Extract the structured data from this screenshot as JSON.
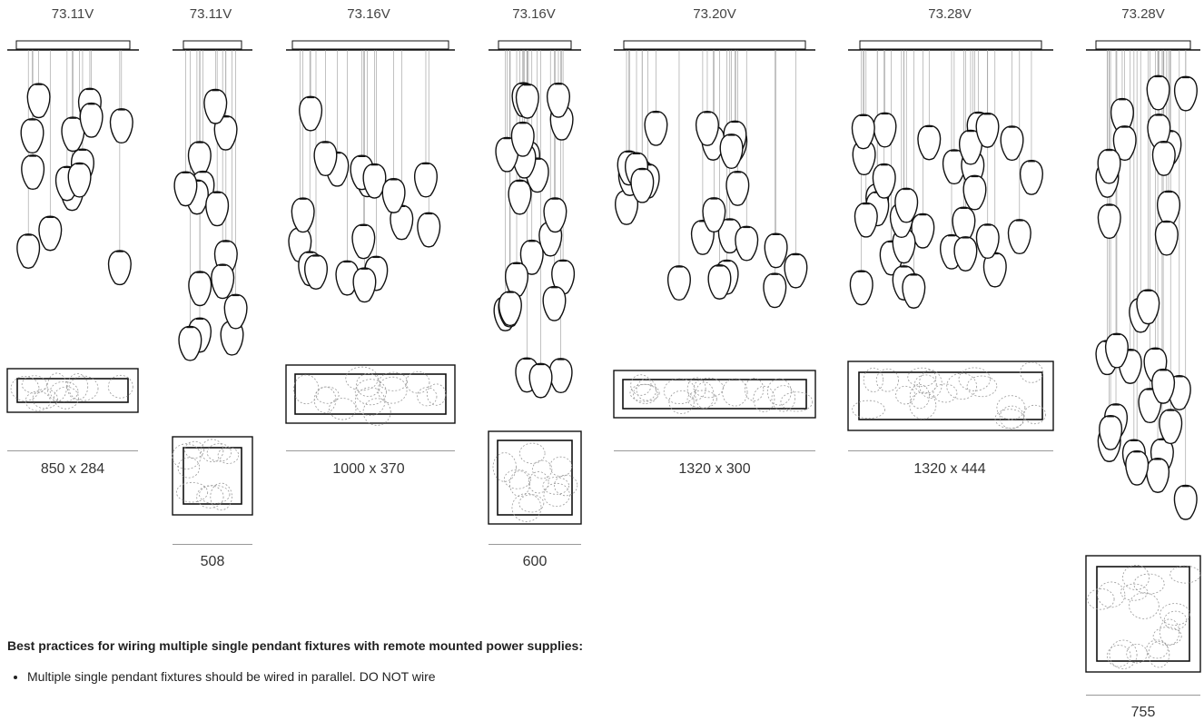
{
  "fixtures": [
    {
      "model": "73.11V",
      "dimension": "850 x 284"
    },
    {
      "model": "73.11V",
      "dimension": "508"
    },
    {
      "model": "73.16V",
      "dimension": "1000 x 370"
    },
    {
      "model": "73.16V",
      "dimension": "600"
    },
    {
      "model": "73.20V",
      "dimension": "1320 x 300"
    },
    {
      "model": "73.28V",
      "dimension": "1320 x 444"
    },
    {
      "model": "73.28V",
      "dimension": "755"
    }
  ],
  "notes": {
    "heading": "Best practices for wiring multiple single pendant fixtures with remote mounted power supplies:",
    "bullets": [
      "Multiple single pendant fixtures should be wired in parallel. DO NOT wire"
    ]
  }
}
